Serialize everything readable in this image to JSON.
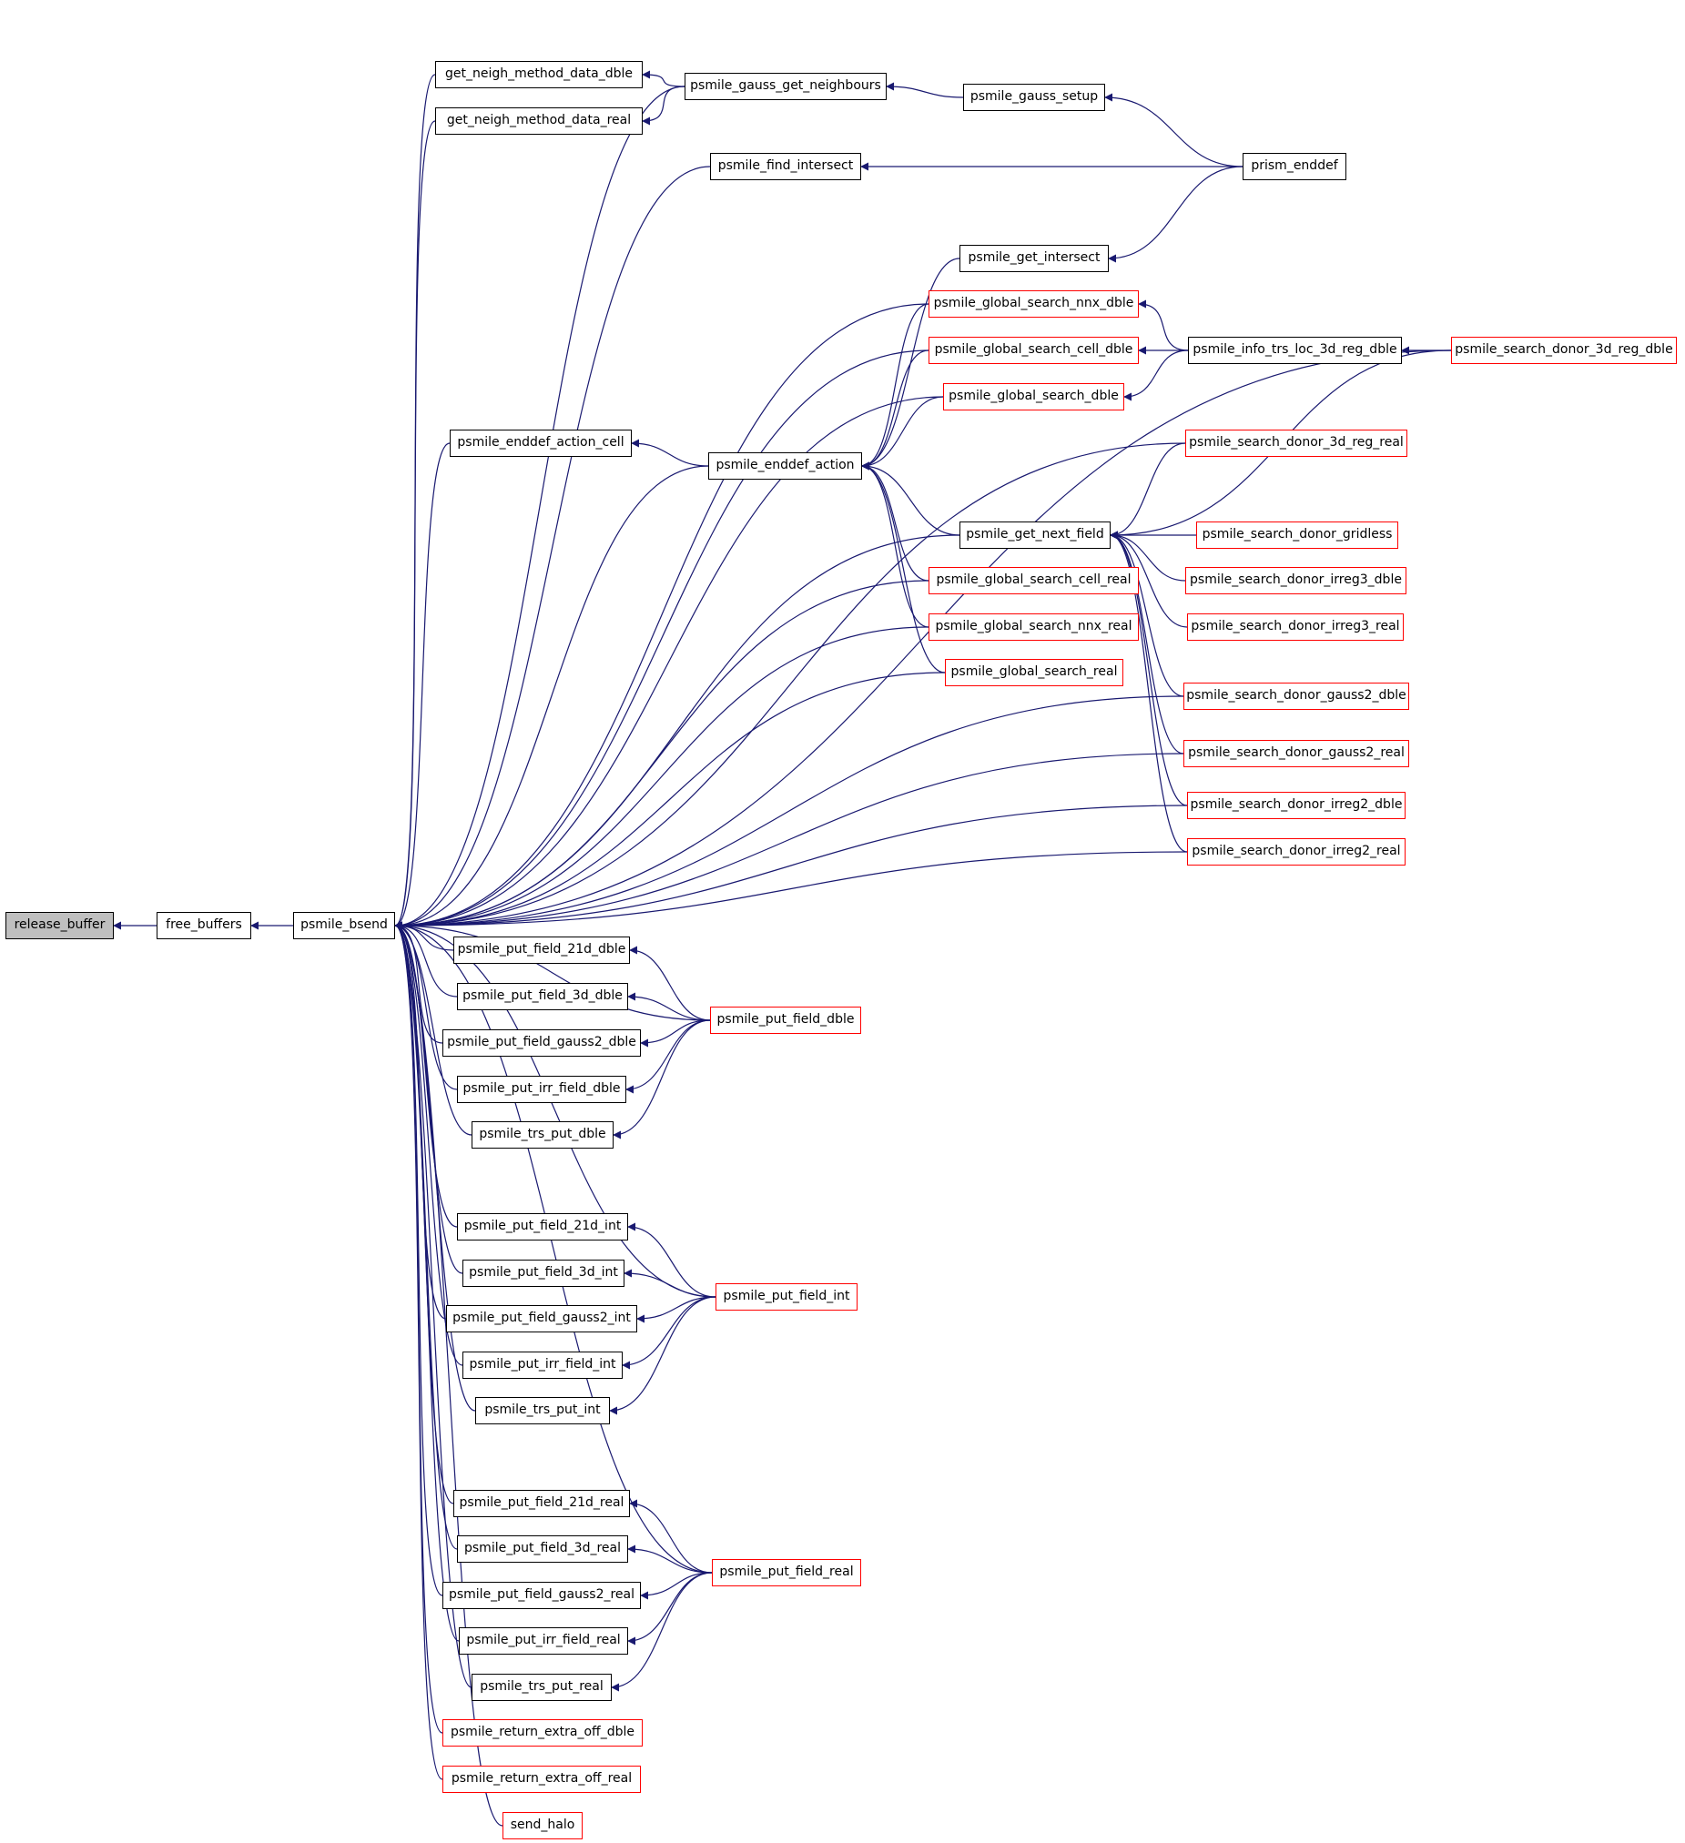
{
  "colors": {
    "edge": "#191970",
    "border": "#000000",
    "border_red": "#ff0000",
    "root_fill": "#bfbfbf"
  },
  "nodes": {
    "release_buffer": {
      "label": "release_buffer",
      "variant": "root"
    },
    "free_buffers": {
      "label": "free_buffers",
      "variant": "black"
    },
    "psmile_bsend": {
      "label": "psmile_bsend",
      "variant": "black"
    },
    "get_neigh_method_data_dble": {
      "label": "get_neigh_method_data_dble",
      "variant": "black"
    },
    "get_neigh_method_data_real": {
      "label": "get_neigh_method_data_real",
      "variant": "black"
    },
    "psmile_gauss_get_neighbours": {
      "label": "psmile_gauss_get_neighbours",
      "variant": "black"
    },
    "psmile_gauss_setup": {
      "label": "psmile_gauss_setup",
      "variant": "black"
    },
    "psmile_find_intersect": {
      "label": "psmile_find_intersect",
      "variant": "black"
    },
    "prism_enddef": {
      "label": "prism_enddef",
      "variant": "black"
    },
    "psmile_get_intersect": {
      "label": "psmile_get_intersect",
      "variant": "black"
    },
    "psmile_global_search_nnx_dble": {
      "label": "psmile_global_search_nnx_dble",
      "variant": "red"
    },
    "psmile_global_search_cell_dble": {
      "label": "psmile_global_search_cell_dble",
      "variant": "red"
    },
    "psmile_global_search_dble": {
      "label": "psmile_global_search_dble",
      "variant": "red"
    },
    "psmile_info_trs_loc_3d_reg_dble": {
      "label": "psmile_info_trs_loc_3d_reg_dble",
      "variant": "black"
    },
    "psmile_search_donor_3d_reg_dble": {
      "label": "psmile_search_donor_3d_reg_dble",
      "variant": "red"
    },
    "psmile_enddef_action_cell": {
      "label": "psmile_enddef_action_cell",
      "variant": "black"
    },
    "psmile_enddef_action": {
      "label": "psmile_enddef_action",
      "variant": "black"
    },
    "psmile_search_donor_3d_reg_real": {
      "label": "psmile_search_donor_3d_reg_real",
      "variant": "red"
    },
    "psmile_get_next_field": {
      "label": "psmile_get_next_field",
      "variant": "black"
    },
    "psmile_search_donor_gridless": {
      "label": "psmile_search_donor_gridless",
      "variant": "red"
    },
    "psmile_global_search_cell_real": {
      "label": "psmile_global_search_cell_real",
      "variant": "red"
    },
    "psmile_search_donor_irreg3_dble": {
      "label": "psmile_search_donor_irreg3_dble",
      "variant": "red"
    },
    "psmile_global_search_nnx_real": {
      "label": "psmile_global_search_nnx_real",
      "variant": "red"
    },
    "psmile_search_donor_irreg3_real": {
      "label": "psmile_search_donor_irreg3_real",
      "variant": "red"
    },
    "psmile_global_search_real": {
      "label": "psmile_global_search_real",
      "variant": "red"
    },
    "psmile_search_donor_gauss2_dble": {
      "label": "psmile_search_donor_gauss2_dble",
      "variant": "red"
    },
    "psmile_search_donor_gauss2_real": {
      "label": "psmile_search_donor_gauss2_real",
      "variant": "red"
    },
    "psmile_search_donor_irreg2_dble": {
      "label": "psmile_search_donor_irreg2_dble",
      "variant": "red"
    },
    "psmile_search_donor_irreg2_real": {
      "label": "psmile_search_donor_irreg2_real",
      "variant": "red"
    },
    "psmile_put_field_21d_dble": {
      "label": "psmile_put_field_21d_dble",
      "variant": "black"
    },
    "psmile_put_field_3d_dble": {
      "label": "psmile_put_field_3d_dble",
      "variant": "black"
    },
    "psmile_put_field_dble": {
      "label": "psmile_put_field_dble",
      "variant": "red"
    },
    "psmile_put_field_gauss2_dble": {
      "label": "psmile_put_field_gauss2_dble",
      "variant": "black"
    },
    "psmile_put_irr_field_dble": {
      "label": "psmile_put_irr_field_dble",
      "variant": "black"
    },
    "psmile_trs_put_dble": {
      "label": "psmile_trs_put_dble",
      "variant": "black"
    },
    "psmile_put_field_21d_int": {
      "label": "psmile_put_field_21d_int",
      "variant": "black"
    },
    "psmile_put_field_3d_int": {
      "label": "psmile_put_field_3d_int",
      "variant": "black"
    },
    "psmile_put_field_int": {
      "label": "psmile_put_field_int",
      "variant": "red"
    },
    "psmile_put_field_gauss2_int": {
      "label": "psmile_put_field_gauss2_int",
      "variant": "black"
    },
    "psmile_put_irr_field_int": {
      "label": "psmile_put_irr_field_int",
      "variant": "black"
    },
    "psmile_trs_put_int": {
      "label": "psmile_trs_put_int",
      "variant": "black"
    },
    "psmile_put_field_21d_real": {
      "label": "psmile_put_field_21d_real",
      "variant": "black"
    },
    "psmile_put_field_3d_real": {
      "label": "psmile_put_field_3d_real",
      "variant": "black"
    },
    "psmile_put_field_real": {
      "label": "psmile_put_field_real",
      "variant": "red"
    },
    "psmile_put_field_gauss2_real": {
      "label": "psmile_put_field_gauss2_real",
      "variant": "black"
    },
    "psmile_put_irr_field_real": {
      "label": "psmile_put_irr_field_real",
      "variant": "black"
    },
    "psmile_trs_put_real": {
      "label": "psmile_trs_put_real",
      "variant": "black"
    },
    "psmile_return_extra_off_dble": {
      "label": "psmile_return_extra_off_dble",
      "variant": "red"
    },
    "psmile_return_extra_off_real": {
      "label": "psmile_return_extra_off_real",
      "variant": "red"
    },
    "send_halo": {
      "label": "send_halo",
      "variant": "red"
    }
  },
  "edges": [
    {
      "from": "free_buffers",
      "to": "release_buffer"
    },
    {
      "from": "psmile_bsend",
      "to": "free_buffers"
    },
    {
      "from": "get_neigh_method_data_dble",
      "to": "psmile_bsend"
    },
    {
      "from": "get_neigh_method_data_real",
      "to": "psmile_bsend"
    },
    {
      "from": "psmile_gauss_get_neighbours",
      "to": "psmile_bsend"
    },
    {
      "from": "psmile_find_intersect",
      "to": "psmile_bsend"
    },
    {
      "from": "psmile_search_donor_3d_reg_dble",
      "to": "psmile_bsend"
    },
    {
      "from": "psmile_global_search_nnx_dble",
      "to": "psmile_bsend"
    },
    {
      "from": "psmile_global_search_cell_dble",
      "to": "psmile_bsend"
    },
    {
      "from": "psmile_global_search_dble",
      "to": "psmile_bsend"
    },
    {
      "from": "psmile_search_donor_3d_reg_real",
      "to": "psmile_bsend"
    },
    {
      "from": "psmile_enddef_action_cell",
      "to": "psmile_bsend"
    },
    {
      "from": "psmile_enddef_action",
      "to": "psmile_bsend"
    },
    {
      "from": "psmile_get_next_field",
      "to": "psmile_bsend"
    },
    {
      "from": "psmile_global_search_cell_real",
      "to": "psmile_bsend"
    },
    {
      "from": "psmile_global_search_nnx_real",
      "to": "psmile_bsend"
    },
    {
      "from": "psmile_global_search_real",
      "to": "psmile_bsend"
    },
    {
      "from": "psmile_search_donor_gauss2_dble",
      "to": "psmile_bsend"
    },
    {
      "from": "psmile_search_donor_gauss2_real",
      "to": "psmile_bsend"
    },
    {
      "from": "psmile_search_donor_irreg2_dble",
      "to": "psmile_bsend"
    },
    {
      "from": "psmile_search_donor_irreg2_real",
      "to": "psmile_bsend"
    },
    {
      "from": "psmile_put_field_dble",
      "to": "psmile_bsend"
    },
    {
      "from": "psmile_put_field_21d_dble",
      "to": "psmile_bsend"
    },
    {
      "from": "psmile_put_field_3d_dble",
      "to": "psmile_bsend"
    },
    {
      "from": "psmile_put_field_gauss2_dble",
      "to": "psmile_bsend"
    },
    {
      "from": "psmile_put_irr_field_dble",
      "to": "psmile_bsend"
    },
    {
      "from": "psmile_trs_put_dble",
      "to": "psmile_bsend"
    },
    {
      "from": "psmile_put_field_int",
      "to": "psmile_bsend"
    },
    {
      "from": "psmile_put_field_21d_int",
      "to": "psmile_bsend"
    },
    {
      "from": "psmile_put_field_3d_int",
      "to": "psmile_bsend"
    },
    {
      "from": "psmile_put_field_gauss2_int",
      "to": "psmile_bsend"
    },
    {
      "from": "psmile_put_irr_field_int",
      "to": "psmile_bsend"
    },
    {
      "from": "psmile_trs_put_int",
      "to": "psmile_bsend"
    },
    {
      "from": "psmile_put_field_real",
      "to": "psmile_bsend"
    },
    {
      "from": "psmile_put_field_21d_real",
      "to": "psmile_bsend"
    },
    {
      "from": "psmile_put_field_3d_real",
      "to": "psmile_bsend"
    },
    {
      "from": "psmile_put_field_gauss2_real",
      "to": "psmile_bsend"
    },
    {
      "from": "psmile_put_irr_field_real",
      "to": "psmile_bsend"
    },
    {
      "from": "psmile_trs_put_real",
      "to": "psmile_bsend"
    },
    {
      "from": "psmile_return_extra_off_dble",
      "to": "psmile_bsend"
    },
    {
      "from": "psmile_return_extra_off_real",
      "to": "psmile_bsend"
    },
    {
      "from": "send_halo",
      "to": "psmile_bsend"
    },
    {
      "from": "psmile_gauss_get_neighbours",
      "to": "get_neigh_method_data_dble"
    },
    {
      "from": "psmile_gauss_get_neighbours",
      "to": "get_neigh_method_data_real"
    },
    {
      "from": "psmile_gauss_setup",
      "to": "psmile_gauss_get_neighbours"
    },
    {
      "from": "prism_enddef",
      "to": "psmile_gauss_setup"
    },
    {
      "from": "prism_enddef",
      "to": "psmile_find_intersect"
    },
    {
      "from": "prism_enddef",
      "to": "psmile_get_intersect"
    },
    {
      "from": "psmile_get_intersect",
      "to": "psmile_enddef_action"
    },
    {
      "from": "psmile_global_search_nnx_dble",
      "to": "psmile_enddef_action"
    },
    {
      "from": "psmile_global_search_cell_dble",
      "to": "psmile_enddef_action"
    },
    {
      "from": "psmile_global_search_dble",
      "to": "psmile_enddef_action"
    },
    {
      "from": "psmile_info_trs_loc_3d_reg_dble",
      "to": "psmile_global_search_nnx_dble"
    },
    {
      "from": "psmile_info_trs_loc_3d_reg_dble",
      "to": "psmile_global_search_cell_dble"
    },
    {
      "from": "psmile_info_trs_loc_3d_reg_dble",
      "to": "psmile_global_search_dble"
    },
    {
      "from": "psmile_search_donor_3d_reg_dble",
      "to": "psmile_info_trs_loc_3d_reg_dble"
    },
    {
      "from": "psmile_search_donor_3d_reg_dble",
      "to": "psmile_get_next_field"
    },
    {
      "from": "psmile_enddef_action",
      "to": "psmile_enddef_action_cell"
    },
    {
      "from": "psmile_get_next_field",
      "to": "psmile_enddef_action"
    },
    {
      "from": "psmile_global_search_cell_real",
      "to": "psmile_enddef_action"
    },
    {
      "from": "psmile_global_search_nnx_real",
      "to": "psmile_enddef_action"
    },
    {
      "from": "psmile_global_search_real",
      "to": "psmile_enddef_action"
    },
    {
      "from": "psmile_search_donor_3d_reg_real",
      "to": "psmile_get_next_field"
    },
    {
      "from": "psmile_search_donor_gridless",
      "to": "psmile_get_next_field"
    },
    {
      "from": "psmile_search_donor_irreg3_dble",
      "to": "psmile_get_next_field"
    },
    {
      "from": "psmile_search_donor_irreg3_real",
      "to": "psmile_get_next_field"
    },
    {
      "from": "psmile_search_donor_gauss2_dble",
      "to": "psmile_get_next_field"
    },
    {
      "from": "psmile_search_donor_gauss2_real",
      "to": "psmile_get_next_field"
    },
    {
      "from": "psmile_search_donor_irreg2_dble",
      "to": "psmile_get_next_field"
    },
    {
      "from": "psmile_search_donor_irreg2_real",
      "to": "psmile_get_next_field"
    },
    {
      "from": "psmile_put_field_dble",
      "to": "psmile_put_field_21d_dble"
    },
    {
      "from": "psmile_put_field_dble",
      "to": "psmile_put_field_3d_dble"
    },
    {
      "from": "psmile_put_field_dble",
      "to": "psmile_put_field_gauss2_dble"
    },
    {
      "from": "psmile_put_field_dble",
      "to": "psmile_put_irr_field_dble"
    },
    {
      "from": "psmile_put_field_dble",
      "to": "psmile_trs_put_dble"
    },
    {
      "from": "psmile_put_field_int",
      "to": "psmile_put_field_21d_int"
    },
    {
      "from": "psmile_put_field_int",
      "to": "psmile_put_field_3d_int"
    },
    {
      "from": "psmile_put_field_int",
      "to": "psmile_put_field_gauss2_int"
    },
    {
      "from": "psmile_put_field_int",
      "to": "psmile_put_irr_field_int"
    },
    {
      "from": "psmile_put_field_int",
      "to": "psmile_trs_put_int"
    },
    {
      "from": "psmile_put_field_real",
      "to": "psmile_put_field_21d_real"
    },
    {
      "from": "psmile_put_field_real",
      "to": "psmile_put_field_3d_real"
    },
    {
      "from": "psmile_put_field_real",
      "to": "psmile_put_field_gauss2_real"
    },
    {
      "from": "psmile_put_field_real",
      "to": "psmile_put_irr_field_real"
    },
    {
      "from": "psmile_put_field_real",
      "to": "psmile_trs_put_real"
    }
  ]
}
